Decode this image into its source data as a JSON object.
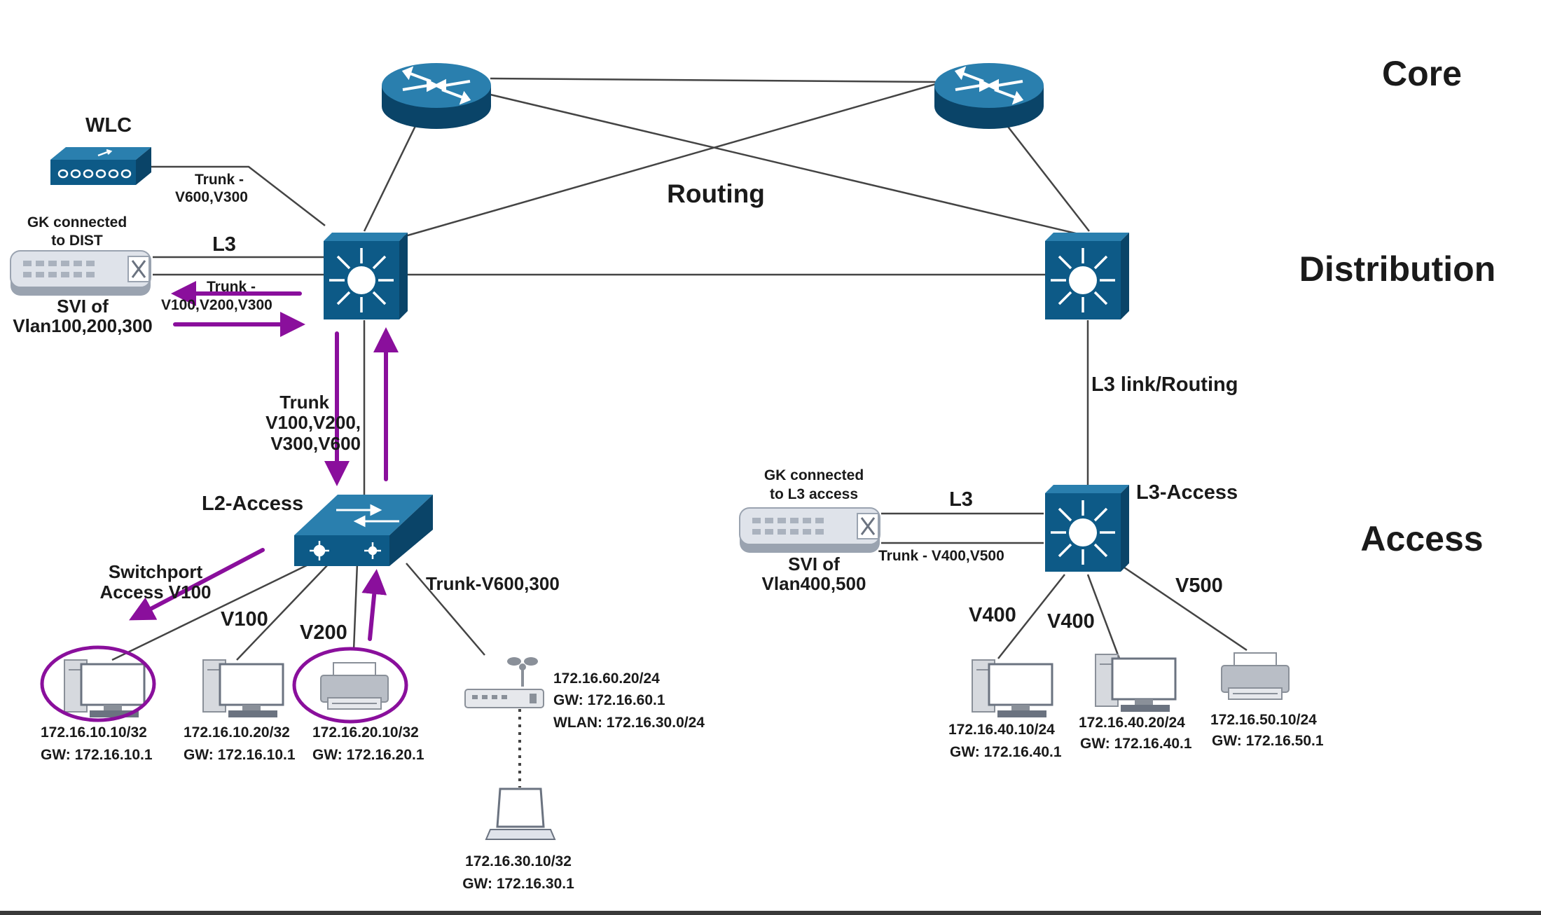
{
  "tiers": {
    "core": "Core",
    "distribution": "Distribution",
    "access": "Access"
  },
  "center": {
    "routing": "Routing",
    "l3_link": "L3 link/Routing"
  },
  "wlc": {
    "title": "WLC",
    "trunk_line1": "Trunk -",
    "trunk_line2": "V600,V300"
  },
  "gk_dist": {
    "title_line1": "GK connected",
    "title_line2": "to DIST",
    "l3": "L3",
    "trunk_line1": "Trunk -",
    "trunk_line2": "V100,V200,V300",
    "svi_line1": "SVI of",
    "svi_line2": "Vlan100,200,300"
  },
  "uplink": {
    "line1": "Trunk",
    "line2": "V100,V200,",
    "line3": "V300,V600"
  },
  "l2_access": {
    "title": "L2-Access",
    "switchport_line1": "Switchport",
    "switchport_line2": "Access V100",
    "v100": "V100",
    "v200": "V200",
    "trunk_ap": "Trunk-V600,300"
  },
  "l2_hosts": [
    {
      "ip": "172.16.10.10/32",
      "gw": "GW: 172.16.10.1"
    },
    {
      "ip": "172.16.10.20/32",
      "gw": "GW: 172.16.10.1"
    },
    {
      "ip": "172.16.20.10/32",
      "gw": "GW: 172.16.20.1"
    }
  ],
  "ap": {
    "ip": "172.16.60.20/24",
    "gw": "GW: 172.16.60.1",
    "wlan": "WLAN: 172.16.30.0/24"
  },
  "laptop": {
    "ip": "172.16.30.10/32",
    "gw": "GW: 172.16.30.1"
  },
  "gk_l3": {
    "title_line1": "GK connected",
    "title_line2": "to L3 access",
    "l3": "L3",
    "trunk": "Trunk - V400,V500",
    "svi_line1": "SVI of",
    "svi_line2": "Vlan400,500"
  },
  "l3_access": {
    "title": "L3-Access",
    "v400a": "V400",
    "v400b": "V400",
    "v500": "V500"
  },
  "l3_hosts": [
    {
      "ip": "172.16.40.10/24",
      "gw": "GW: 172.16.40.1"
    },
    {
      "ip": "172.16.40.20/24",
      "gw": "GW: 172.16.40.1"
    },
    {
      "ip": "172.16.50.10/24",
      "gw": "GW: 172.16.50.1"
    }
  ],
  "colors": {
    "device": "#0d5a87",
    "device_top": "#2a7fae",
    "device_side": "#0a4468",
    "accent": "#8a0f9c",
    "link": "#444444",
    "appliance": "#dfe3ea"
  }
}
